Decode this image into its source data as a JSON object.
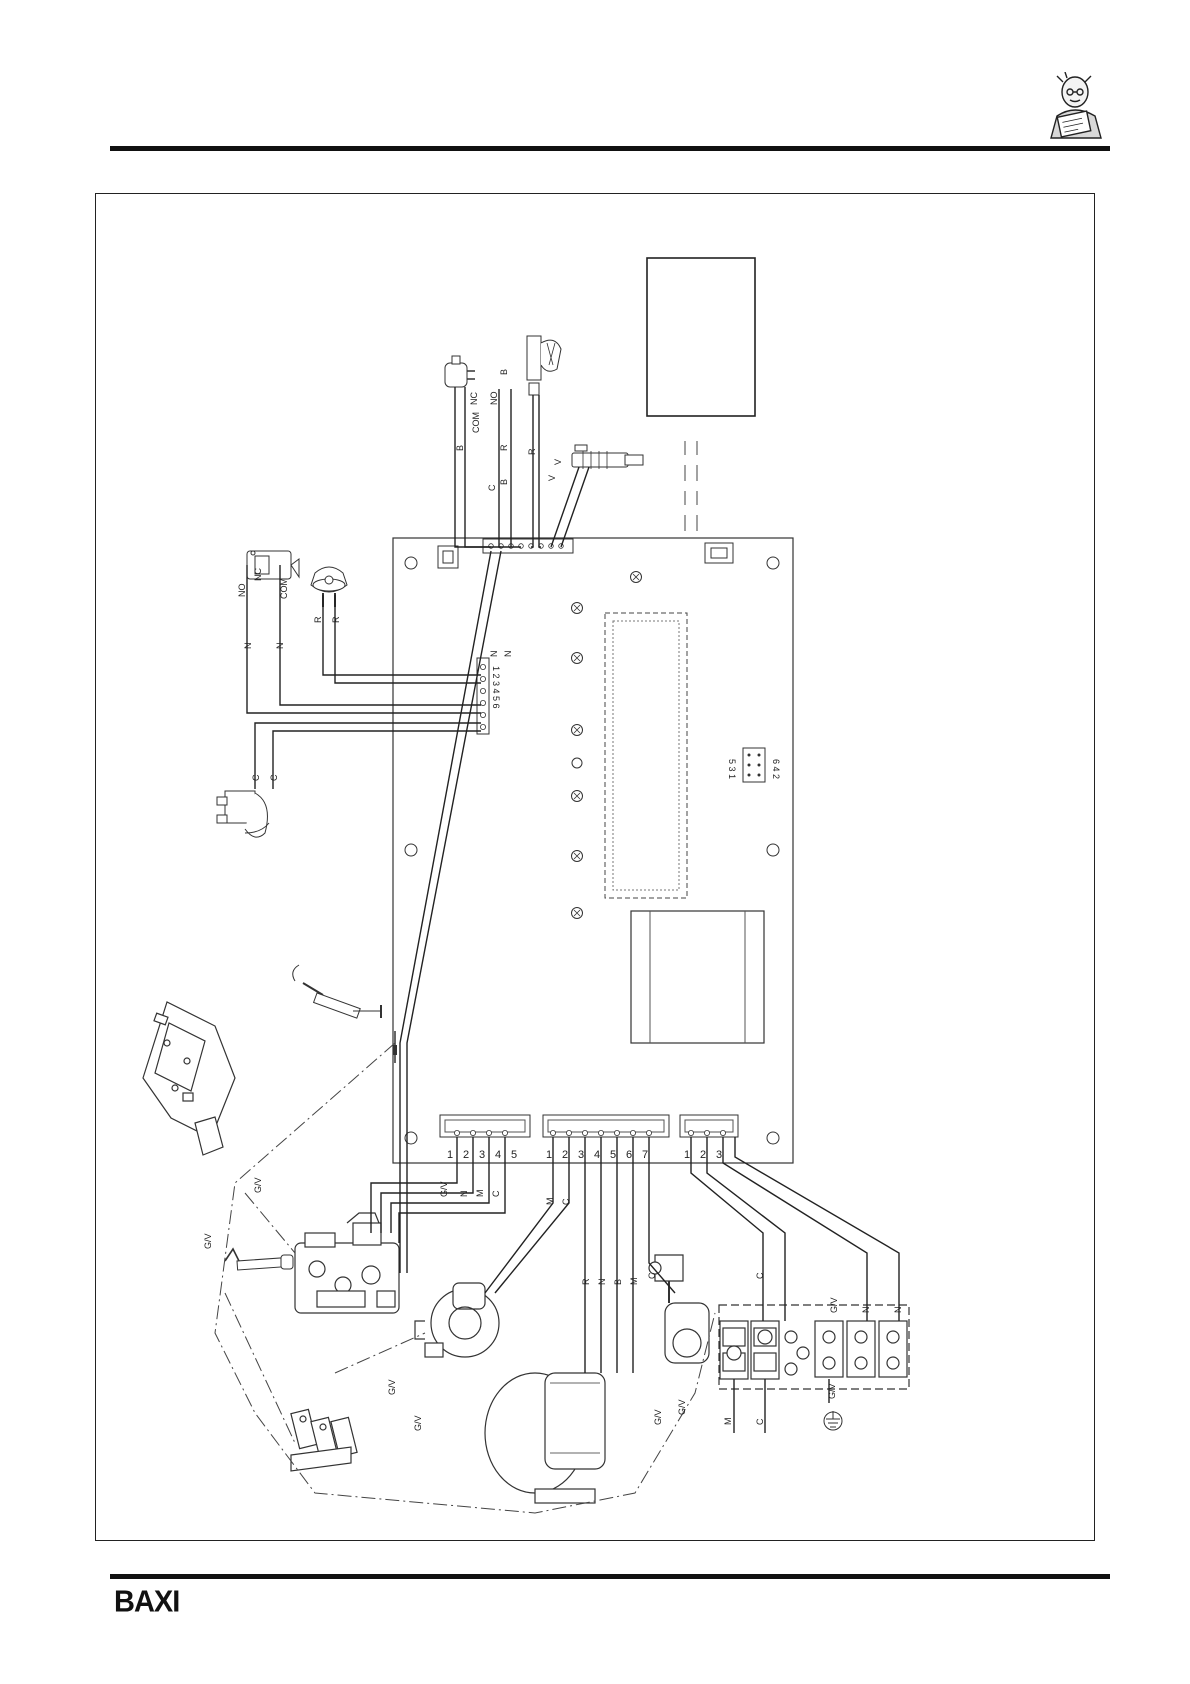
{
  "brand": {
    "logo_text": "BAXI"
  },
  "labels": {
    "NO": "NO",
    "NC": "NC",
    "COM": "COM",
    "N": "N",
    "C": "C",
    "R": "R",
    "B": "B",
    "M": "M",
    "V": "V",
    "GV": "G/V",
    "cn1_pins": "1 2 3 4 5 6",
    "cn_r1": "5 3 1",
    "cn_r2": "6 4 2",
    "p1": "1",
    "p2": "2",
    "p3": "3",
    "p4": "4",
    "p5": "5",
    "p6": "6",
    "p7": "7"
  },
  "colors": {
    "ink": "#1a1a1a",
    "paper": "#ffffff"
  }
}
